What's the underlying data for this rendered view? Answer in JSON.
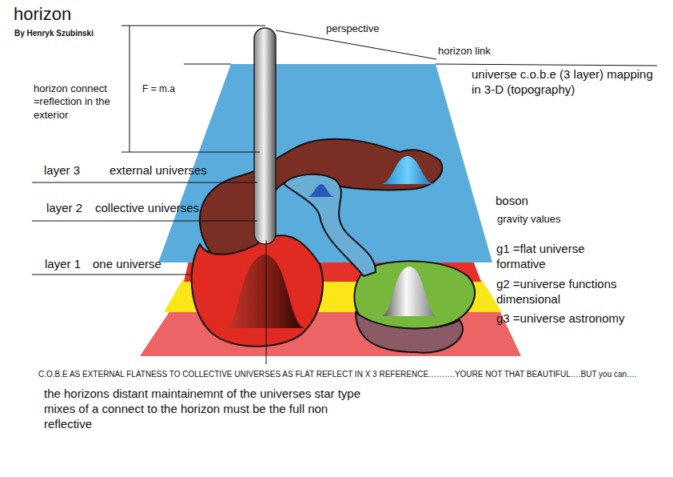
{
  "diagram": {
    "title": "horizon",
    "labels": [
      "By Henryk Szubinski",
      "perspective",
      "horizon link",
      "horizon connect =reflection in the exterior",
      "F = m.a",
      "universe c.o.b.e (3 layer) mapping in 3-D (topography)",
      "layer 3",
      "external universes",
      "layer 2",
      "collective universes",
      "layer 1",
      "one universe",
      "boson",
      "gravity values",
      "g1 =flat universe formative",
      "g2 =universe functions dimensional",
      "g3 =universe astronomy",
      "C.O.B.E AS EXTERNAL FLATNESS TO COLLECTIVE UNIVERSES AS FLAT REFLECT IN X 3 REFERENCE……….YOURE NOT THAT BEAUTIFUL….BUT you can….",
      "the horizons distant maintainemnt of the universes star type mixes of a connect to the horizon must be the full non reflective"
    ]
  }
}
